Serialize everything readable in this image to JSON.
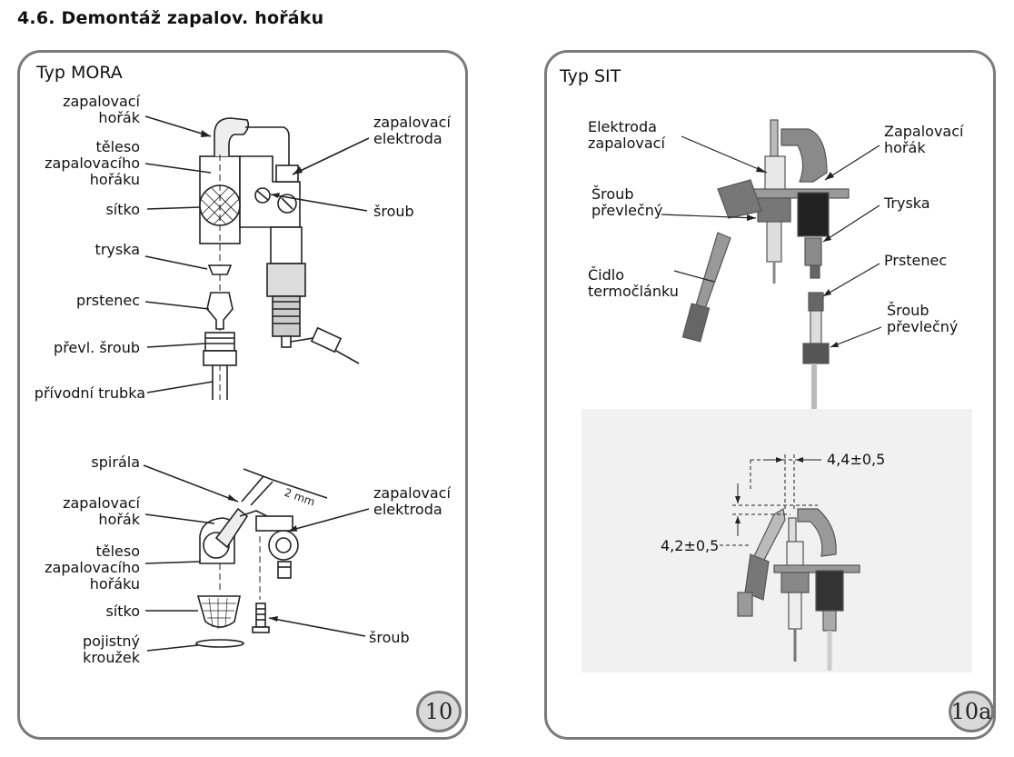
{
  "heading": "4.6. Demontáž zapalov. hořáku",
  "left": {
    "title": "Typ MORA",
    "figure_number": "10",
    "top_labels": {
      "zapalovaci_horak": "zapalovací\nhořák",
      "teleso": "těleso\nzapalovacího\nhořáku",
      "sitko": "sítko",
      "tryska": "tryska",
      "prstenec": "prstenec",
      "prevl_sroub": "převl. šroub",
      "privodni_trubka": "přívodní trubka",
      "zapalovaci_elektroda": "zapalovací\nelektroda",
      "sroub": "šroub"
    },
    "bottom_labels": {
      "spirala": "spirála",
      "zapalovaci_horak": "zapalovací\nhořák",
      "teleso": "těleso\nzapalovacího\nhořáku",
      "sitko": "sítko",
      "pojistny_krouzek": "pojistný\nkroužek",
      "zapalovaci_elektroda": "zapalovací\nelektroda",
      "sroub": "šroub",
      "gap": "2 mm"
    }
  },
  "right": {
    "title": "Typ SIT",
    "figure_number": "10a",
    "labels": {
      "elektroda": "Elektroda\nzapalovací",
      "sroub_prevlecny_left": "Šroub\npřevlečný",
      "cidlo": "Čidlo\ntermočlánku",
      "zapalovaci_horak": "Zapalovací\nhořák",
      "tryska": "Tryska",
      "prstenec": "Prstenec",
      "sroub_prevlecny_right": "Šroub\npřevlečný"
    },
    "dimensions": {
      "horizontal": "4,4±0,5",
      "vertical": "4,2±0,5"
    }
  }
}
